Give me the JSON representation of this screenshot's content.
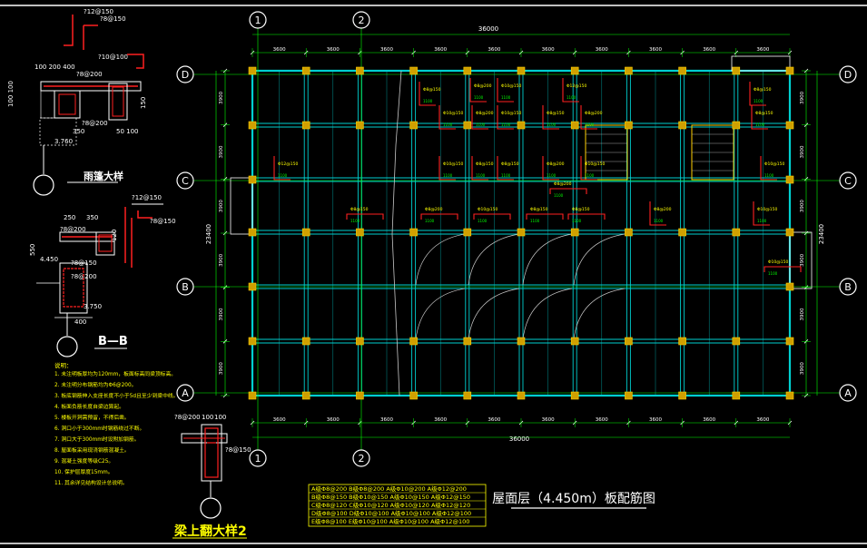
{
  "drawing": {
    "title": "屋面层（4.450m）板配筋图",
    "axes_top": [
      "1",
      "2"
    ],
    "axes_bottom": [
      "1",
      "2"
    ],
    "axes_left": [
      "D",
      "C",
      "B",
      "A"
    ],
    "axes_right": [
      "D",
      "C",
      "B",
      "A"
    ],
    "dim_total_top": "36000",
    "dim_total_bottom": "36000",
    "dim_total_left": "23400",
    "dim_total_right": "23400",
    "top_spans": [
      "3600",
      "3600",
      "3600",
      "3600",
      "3600",
      "3600",
      "3600",
      "3600",
      "3600",
      "3600"
    ],
    "bottom_spans": [
      "3600",
      "3600",
      "3600",
      "3600",
      "3600",
      "3600",
      "3600",
      "3600",
      "3600",
      "3600"
    ],
    "left_spans": [
      "3900",
      "3900",
      "3900",
      "3900",
      "3900",
      "3900"
    ],
    "right_spans": [
      "3900",
      "3900",
      "3900",
      "3900",
      "3900",
      "3900"
    ],
    "slab_labels": [
      "Φ8@150",
      "Φ8@200",
      "Φ10@150",
      "Φ12@150",
      "Φ8@150",
      "Φ10@150",
      "Φ8@200",
      "Φ10@150",
      "Φ8@150",
      "Φ8@200",
      "Φ10@150",
      "Φ8@150"
    ],
    "bar_lengths": [
      "1100",
      "1100",
      "1100",
      "1100",
      "1100",
      "1100",
      "1100",
      "1100",
      "1100",
      "1100",
      "1100",
      "1100",
      "1100",
      "1100"
    ]
  },
  "legend_table": {
    "rows": [
      "A级Φ8@200 B级Φ8@200 A级Φ10@200 A级Φ12@200",
      "B级Φ8@150 B级Φ10@150 A级Φ10@150 A级Φ12@150",
      "C级Φ8@120 C级Φ10@120 A级Φ10@120 A级Φ12@120",
      "D级Φ8@100 D级Φ10@100 A级Φ10@100 A级Φ12@100",
      "E级Φ8@100 E级Φ10@100 A级Φ10@100 A级Φ12@100"
    ]
  },
  "details": {
    "canopy": {
      "title": "雨篷大样",
      "labels": [
        "?12@150",
        "?8@150",
        "?10@100",
        "100 200 400",
        "?8@200",
        "100 100",
        "?8@200",
        "150",
        "350",
        "50 100",
        "3.760"
      ]
    },
    "section_bb": {
      "title": "B—B",
      "labels": [
        "?12@150",
        "?8@150",
        "250",
        "350",
        "?8@200",
        "120",
        "550",
        "4.450",
        "?8@150",
        "?8@200",
        "3.750",
        "400"
      ]
    },
    "beam_upturn": {
      "title": "梁上翻大样2",
      "labels": [
        "?8@200",
        "?8@150",
        "100",
        "100"
      ]
    }
  },
  "notes": {
    "heading": "说明：",
    "items": [
      "1. 未注明板厚均为120mm，板面标高同梁顶标高。",
      "2. 未注明分布钢筋均为Φ6@200。",
      "3. 板底钢筋伸入支座长度不小于5d且至少到梁中线。",
      "4. 板面负筋长度自梁边算起。",
      "5. 楼板开洞需预留，不得后凿。",
      "6. 洞口小于300mm时钢筋绕过不断。",
      "7. 洞口大于300mm时设附加钢筋。",
      "8. 屋面板采用现浇钢筋混凝土。",
      "9. 混凝土强度等级C25。",
      "10. 保护层厚度15mm。",
      "11. 其余详见结构设计总说明。"
    ]
  },
  "colors": {
    "background": "#000000",
    "beam": "#00d0d0",
    "axis": "#00ff00",
    "rebar": "#ff2020",
    "column": "#ffd000",
    "text": "#ffffff",
    "note": "#ffff00"
  }
}
